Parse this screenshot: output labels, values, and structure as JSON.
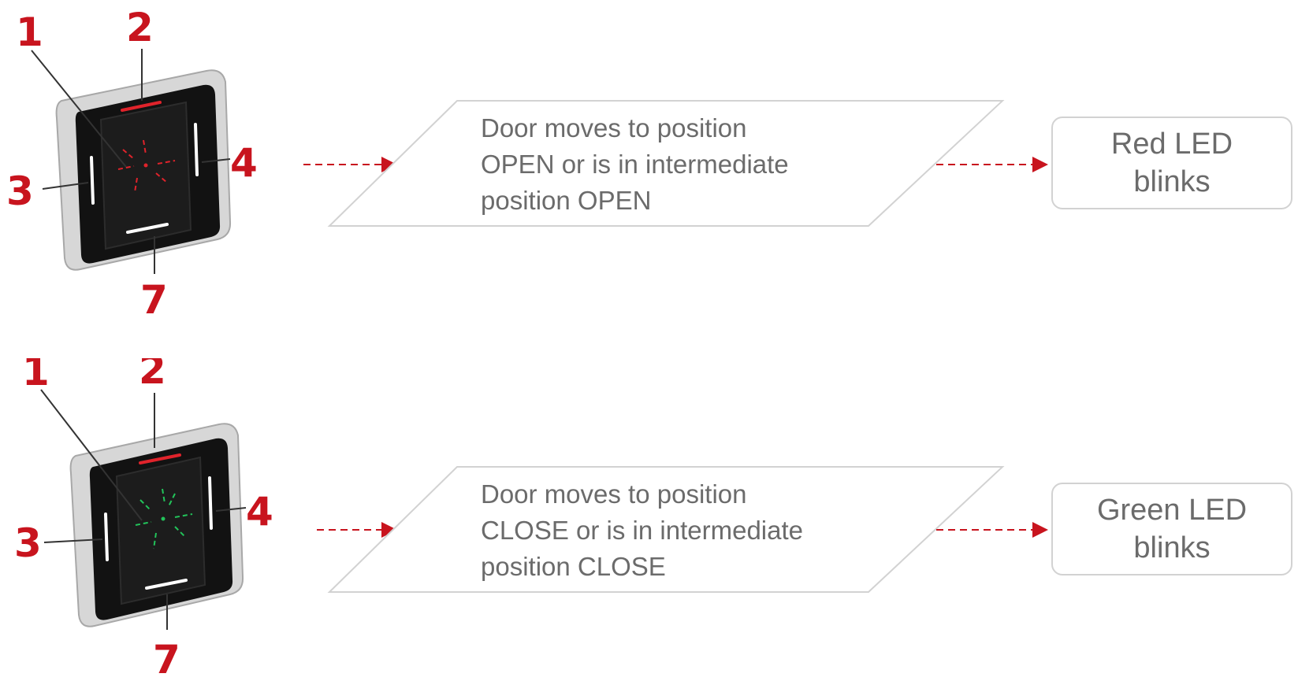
{
  "colors": {
    "accent": "#c8141e",
    "led_red": "#e0232b",
    "led_green": "#22c35a",
    "text": "#6b6b6b",
    "border": "#d2d2d2"
  },
  "rows": [
    {
      "device": {
        "labels": [
          "1",
          "2",
          "3",
          "4",
          "7"
        ],
        "indicator": "red-star-icon"
      },
      "condition": {
        "line1": "Door moves to position",
        "line2": "OPEN or is in intermediate",
        "line3": "position OPEN"
      },
      "result": {
        "line1": "Red LED",
        "line2": "blinks"
      }
    },
    {
      "device": {
        "labels": [
          "1",
          "2",
          "3",
          "4",
          "7"
        ],
        "indicator": "green-star-icon"
      },
      "condition": {
        "line1": "Door moves to position",
        "line2": "CLOSE or is in intermediate",
        "line3": "position CLOSE"
      },
      "result": {
        "line1": "Green LED",
        "line2": "blinks"
      }
    }
  ]
}
